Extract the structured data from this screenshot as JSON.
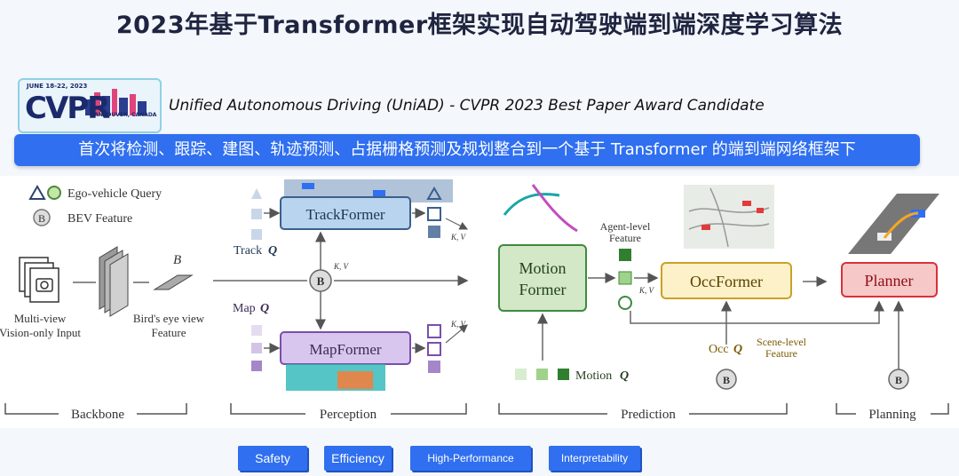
{
  "title": "2023年基于Transformer框架实现自动驾驶端到端深度学习算法",
  "logo": {
    "date": "JUNE 18-22, 2023",
    "text": "CVPR",
    "city": "VANCOUVER, CANADA"
  },
  "subtitle": "Unified Autonomous Driving (UniAD) - CVPR 2023 Best Paper Award Candidate",
  "banner": "首次将检测、跟踪、建图、轨迹预测、占据栅格预测及规划整合到一个基于 Transformer 的端到端网络框架下",
  "diagram": {
    "legend": {
      "ego_query": "Ego-vehicle Query",
      "bev_feature": "BEV Feature",
      "bev_symbol": "B"
    },
    "input": {
      "line1": "Multi-view",
      "line2": "Vision-only Input"
    },
    "bev": {
      "symbol": "B",
      "line1": "Bird's eye view",
      "line2": "Feature"
    },
    "trackformer": "TrackFormer",
    "mapformer": "MapFormer",
    "track_q": "Track",
    "map_q": "Map",
    "q": "Q",
    "kv": "K, V",
    "center_b": "B",
    "motion_former": {
      "line1": "Motion",
      "line2": "Former"
    },
    "motion_q": "Motion",
    "agent_feature": {
      "line1": "Agent-level",
      "line2": "Feature"
    },
    "occformer": "OccFormer",
    "occ_q": "Occ",
    "scene_feature": {
      "line1": "Scene-level",
      "line2": "Feature"
    },
    "planner": "Planner",
    "b_symbol": "B",
    "sections": {
      "backbone": "Backbone",
      "perception": "Perception",
      "prediction": "Prediction",
      "planning": "Planning"
    }
  },
  "tags": [
    "Safety",
    "Efficiency",
    "High-Performance",
    "Interpretability"
  ],
  "colors": {
    "accent": "#2f6ff0",
    "track": "#3b5f8f",
    "map": "#7a4fa8",
    "motion": "#3f8a3f",
    "occ": "#c9a227",
    "planner": "#d8323c"
  }
}
